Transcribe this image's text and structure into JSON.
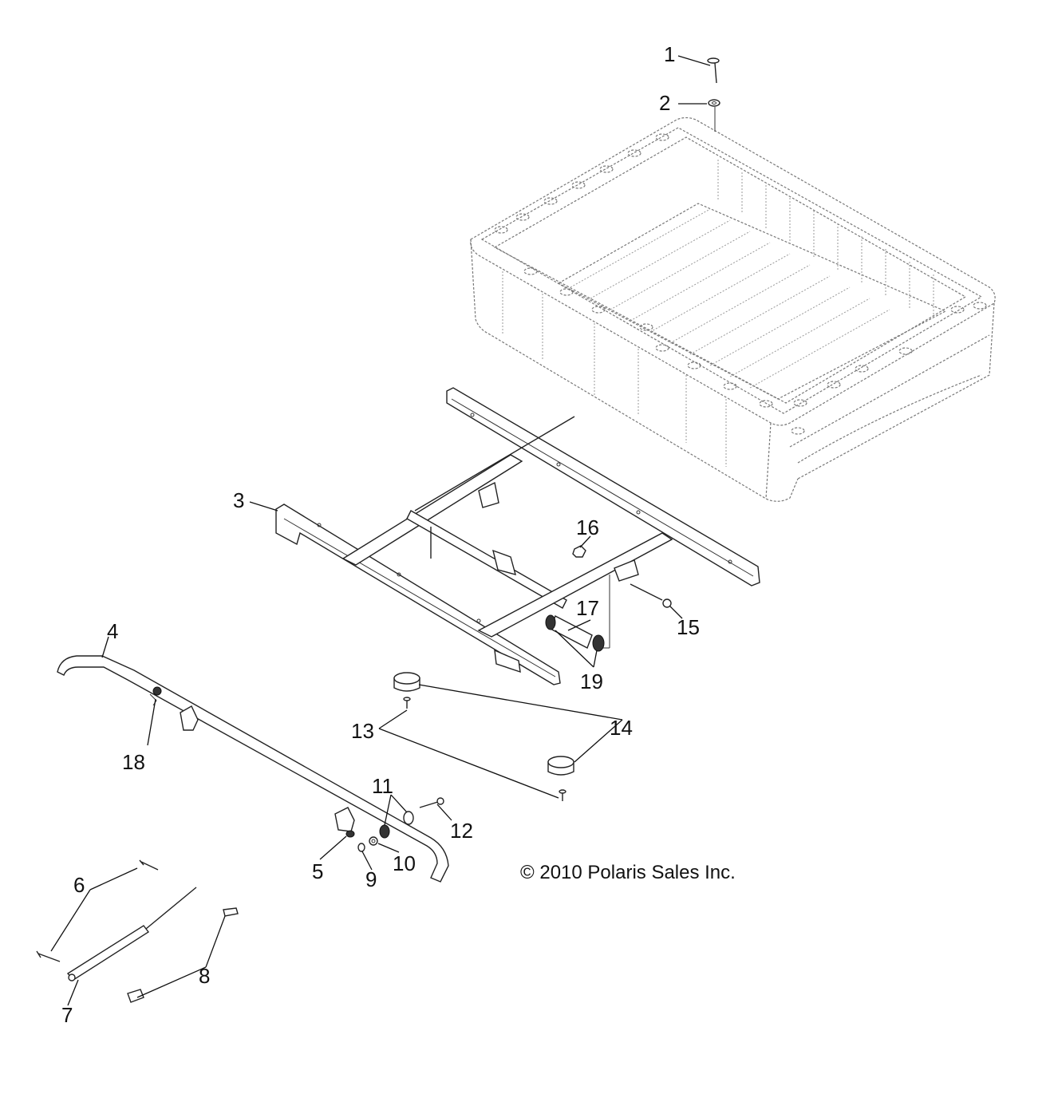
{
  "copyright": "© 2010 Polaris Sales Inc.",
  "callouts": [
    "1",
    "2",
    "3",
    "4",
    "5",
    "6",
    "7",
    "8",
    "9",
    "10",
    "11",
    "12",
    "13",
    "14",
    "15",
    "16",
    "17",
    "18",
    "19"
  ]
}
